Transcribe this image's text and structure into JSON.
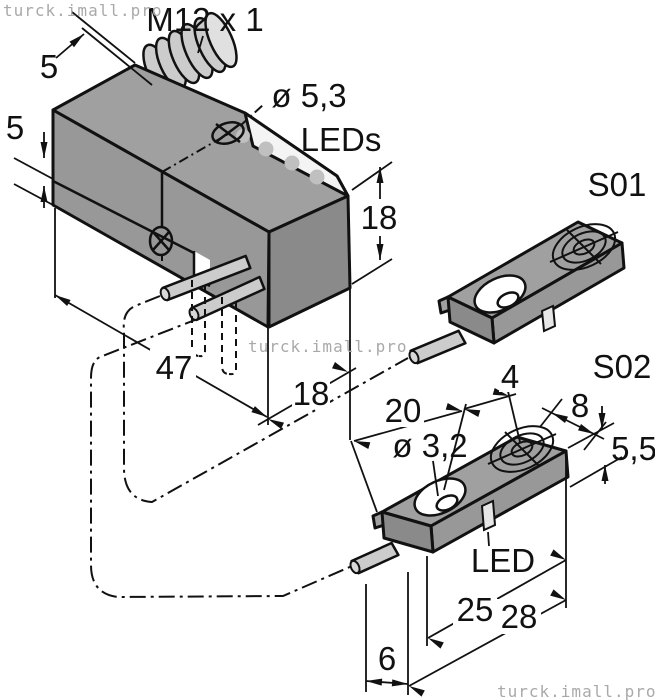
{
  "watermarks": {
    "top_left": "turck.imall.pro",
    "middle": "turck.imall.pro",
    "bottom_right": "turck.imall.pro"
  },
  "labels": {
    "m12": "M12 x 1",
    "dim5_top": "5",
    "dim5_left": "5",
    "dia53": "ø 5,3",
    "leds": "LEDs",
    "s01": "S01",
    "dim18_right": "18",
    "dim47": "47",
    "dim18_bottom": "18",
    "s02": "S02",
    "dim4": "4",
    "dim20": "20",
    "dia32": "ø 3,2",
    "dim8": "8",
    "dim55": "5,5",
    "led": "LED",
    "dim25": "25",
    "dim28": "28",
    "dim6": "6"
  },
  "colors": {
    "background": "#ffffff",
    "line": "#111111",
    "face_top": "#a0a0a0",
    "face_front": "#989898",
    "face_end": "#8a8a8a",
    "bevel": "#f4f4f4",
    "led_dot": "#c0c0c0",
    "cable": "#cccccc",
    "watermark": "#a9a9a9",
    "text": "#111111"
  }
}
